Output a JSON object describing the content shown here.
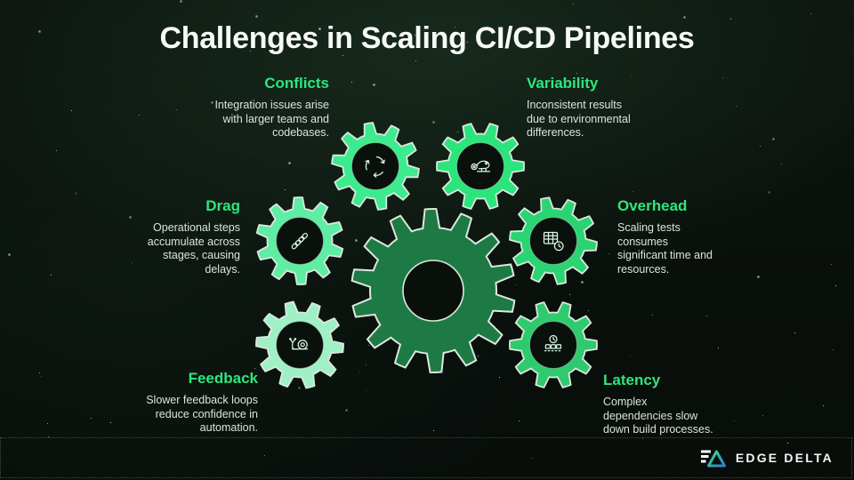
{
  "title": "Challenges in Scaling CI/CD Pipelines",
  "challenges": [
    {
      "id": "conflicts",
      "title": "Conflicts",
      "description_lines": [
        "Integration issues arise",
        "with larger teams and",
        "codebases."
      ],
      "icon": "merge-swirl-icon",
      "gear_color": "#3dea8d"
    },
    {
      "id": "variability",
      "title": "Variability",
      "description_lines": [
        "Inconsistent results",
        "due to environmental",
        "differences."
      ],
      "icon": "chameleon-icon",
      "gear_color": "#2ce47c"
    },
    {
      "id": "drag",
      "title": "Drag",
      "description_lines": [
        "Operational steps",
        "accumulate across",
        "stages, causing",
        "delays."
      ],
      "icon": "chain-icon",
      "gear_color": "#5feca3"
    },
    {
      "id": "overhead",
      "title": "Overhead",
      "description_lines": [
        "Scaling tests",
        "consumes",
        "significant time and",
        "resources."
      ],
      "icon": "table-clock-icon",
      "gear_color": "#2bd473"
    },
    {
      "id": "feedback",
      "title": "Feedback",
      "description_lines": [
        "Slower feedback loops",
        "reduce confidence in",
        "automation."
      ],
      "icon": "snail-icon",
      "gear_color": "#9ff0c6"
    },
    {
      "id": "latency",
      "title": "Latency",
      "description_lines": [
        "Complex",
        "dependencies slow",
        "down build processes."
      ],
      "icon": "conveyor-clock-icon",
      "gear_color": "#2fca6e"
    }
  ],
  "colors": {
    "accent": "#2ee67e",
    "center_gear": "#1e7a44",
    "gear_outline": "#dce8de",
    "gear_hole": "#0a110c",
    "icon_stroke": "#d8f6e5",
    "background": "#0a100c",
    "logo_gradient": [
      "#3fe083",
      "#2b7fd4"
    ]
  },
  "footer": {
    "brand": "EDGE DELTA"
  }
}
